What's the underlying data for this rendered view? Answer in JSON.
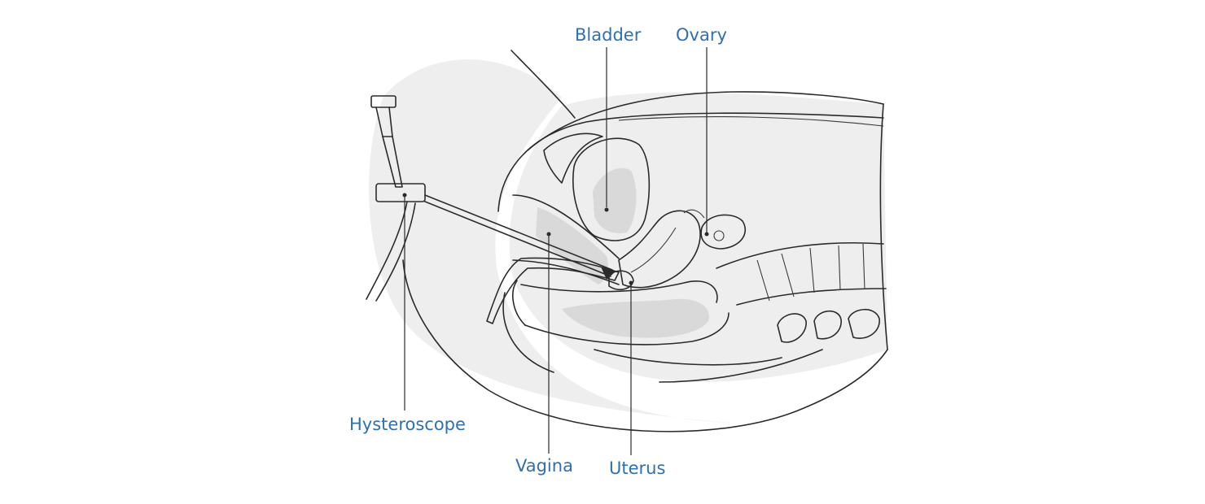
{
  "labels": {
    "bladder": "Bladder",
    "ovary": "Ovary",
    "hysteroscope": "Hysteroscope",
    "vagina": "Vagina",
    "uterus": "Uterus"
  },
  "colors": {
    "label": "#2f6fb3",
    "line": "#2b2b2b",
    "shade": "#d9d9d9",
    "background_tone": "#eeeeee"
  }
}
